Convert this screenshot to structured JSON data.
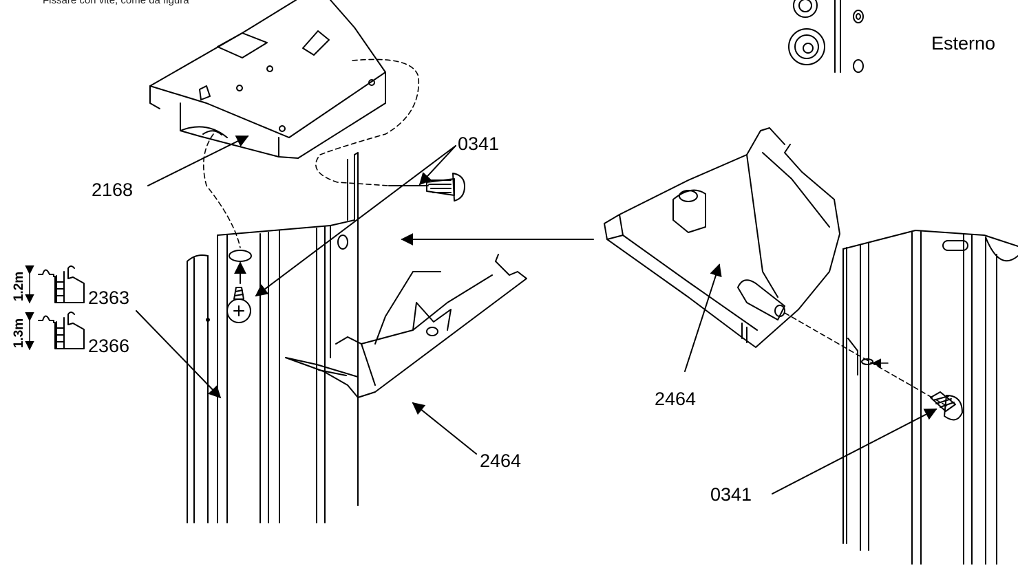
{
  "caption": "Fissare con vite, come da figura",
  "side_label": "Esterno",
  "parts": {
    "bracket_top": "2168",
    "screw_top": "0341",
    "model_a": "2363",
    "model_b": "2366",
    "cover_left": "2464",
    "cover_right": "2464",
    "screw_right": "0341"
  },
  "heights": {
    "model_a": "1.2m",
    "model_b": "1.3m"
  }
}
